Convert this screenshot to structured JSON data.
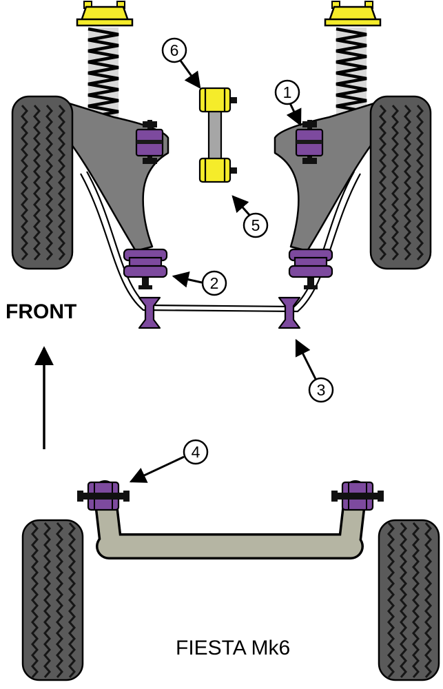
{
  "diagram": {
    "title": "FIESTA Mk6",
    "front_label": "FRONT",
    "callouts": {
      "1": "1",
      "2": "2",
      "3": "3",
      "4": "4",
      "5": "5",
      "6": "6"
    }
  },
  "colors": {
    "bush_purple": "#7d4a9e",
    "bush_yellow": "#f5ec2a",
    "tire_gray": "#5a5a5a",
    "arm_gray": "#7d7d7d",
    "beam_tan": "#b5b5a3",
    "spring_gray": "#d9d9d9",
    "link_gray": "#a6a6a6",
    "outline": "#000000"
  }
}
